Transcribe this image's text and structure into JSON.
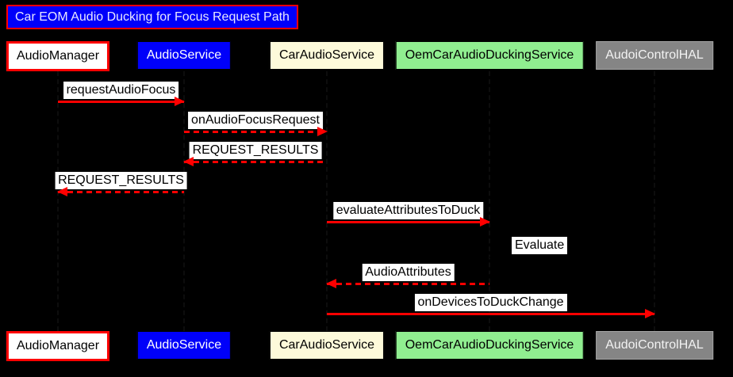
{
  "title": {
    "text": "Car EOM Audio Ducking for Focus Request Path"
  },
  "colors": {
    "background": "#000000",
    "arrow_red": "#ff0000",
    "label_bg": "#ffffff",
    "label_fg": "#000000",
    "title_bg": "#0000fa",
    "title_border": "#ff0000",
    "title_fg": "#e8e8ff"
  },
  "participants": [
    {
      "id": "audiomanager",
      "label": "AudioManager",
      "bg": "#ffffff",
      "fg": "#000000",
      "border": "#ff0000",
      "emphasis": true
    },
    {
      "id": "audioservice",
      "label": "AudioService",
      "bg": "#0000fa",
      "fg": "#ffffff",
      "border": "#000000",
      "emphasis": false
    },
    {
      "id": "caraudioservice",
      "label": "CarAudioService",
      "bg": "#fdfada",
      "fg": "#000000",
      "border": "#000000",
      "emphasis": false
    },
    {
      "id": "oemcaraudioduckingservice",
      "label": "OemCarAudioDuckingService",
      "bg": "#90ee90",
      "fg": "#000000",
      "border": "#000000",
      "emphasis": false
    },
    {
      "id": "audoicontrolhal",
      "label": "AudoiControlHAL",
      "bg": "#858585",
      "fg": "#f2f2f2",
      "border": "#a6a6a6",
      "emphasis": false
    }
  ],
  "messages": [
    {
      "label": "requestAudioFocus",
      "from": 0,
      "to": 1,
      "line": "solid"
    },
    {
      "label": "onAudioFocusRequest",
      "from": 1,
      "to": 2,
      "line": "dashed"
    },
    {
      "label": "REQUEST_RESULTS",
      "from": 2,
      "to": 1,
      "line": "dashed"
    },
    {
      "label": "REQUEST_RESULTS",
      "from": 1,
      "to": 0,
      "line": "dashed"
    },
    {
      "label": "evaluateAttributesToDuck",
      "from": 2,
      "to": 3,
      "line": "solid"
    },
    {
      "label": "Evaluate",
      "from": 3,
      "to": 3,
      "line": "self"
    },
    {
      "label": "AudioAttributes",
      "from": 3,
      "to": 2,
      "line": "dashed"
    },
    {
      "label": "onDevicesToDuckChange",
      "from": 2,
      "to": 4,
      "line": "solid"
    }
  ]
}
